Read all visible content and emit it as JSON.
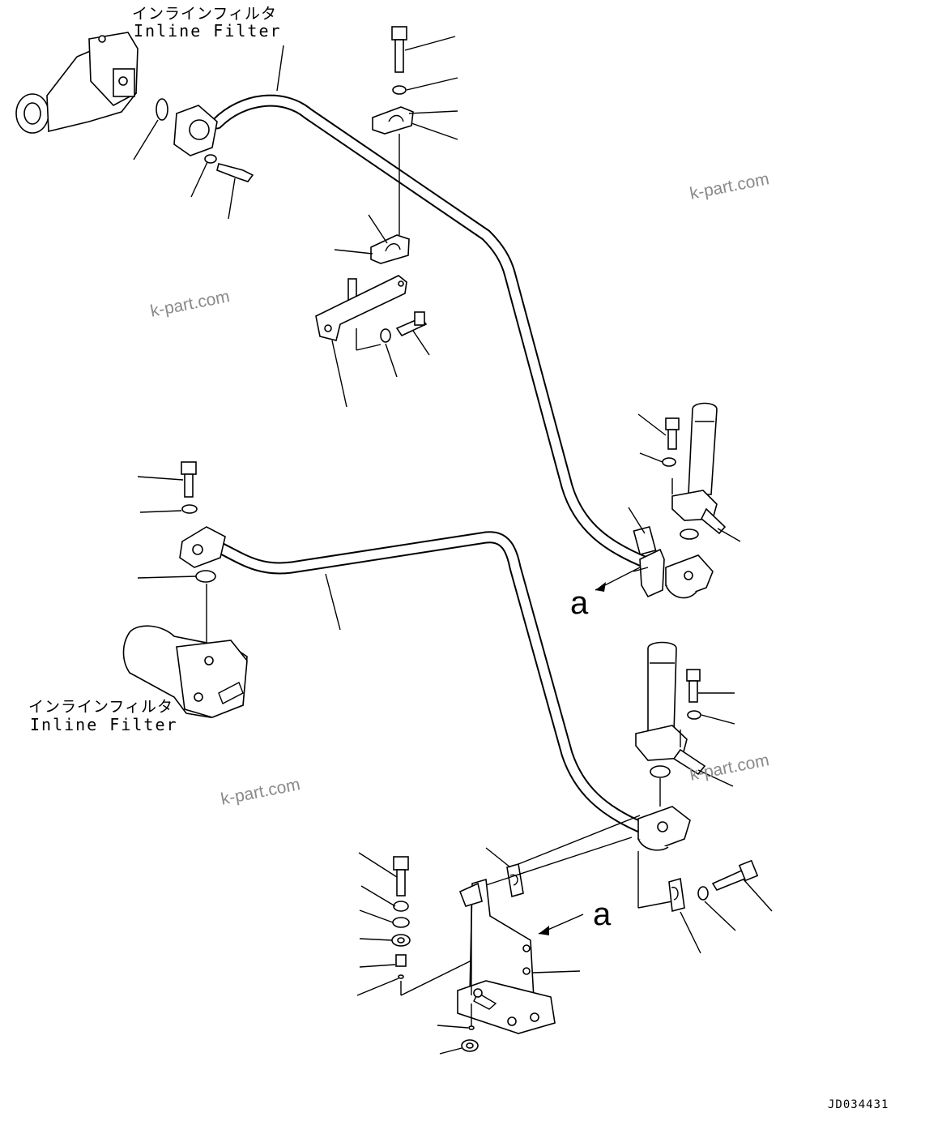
{
  "filter_labels": {
    "top_jp": "インラインフィルタ",
    "top_en": "Inline Filter",
    "bottom_jp": "インラインフィルタ",
    "bottom_en": "Inline Filter"
  },
  "watermarks": [
    "k-part.com",
    "k-part.com",
    "k-part.com",
    "k-part.com"
  ],
  "view_refs": [
    "a",
    "a"
  ],
  "document_id": "JD034431"
}
